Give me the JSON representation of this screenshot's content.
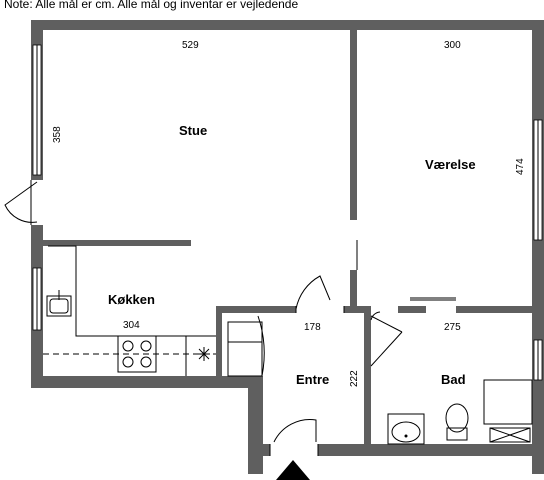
{
  "note": "Note: Alle mål er cm. Alle mål og inventar er vejledende",
  "rooms": {
    "stue": "Stue",
    "vaerelse": "Værelse",
    "kokken": "Køkken",
    "entre": "Entre",
    "bad": "Bad"
  },
  "dimensions": {
    "stue_width": "529",
    "stue_height": "358",
    "vaerelse_width": "300",
    "vaerelse_height": "474",
    "kokken_width": "304",
    "entre_width": "178",
    "entre_height": "222",
    "bad_width": "275"
  },
  "colors": {
    "wall": "#5f5f5f",
    "line": "#000000",
    "background": "#ffffff"
  },
  "icons": {
    "entrance": "entrance-arrow-icon",
    "sink": "kitchen-sink-icon",
    "stove": "stove-icon",
    "basin": "bathroom-sink-icon",
    "toilet": "toilet-icon"
  }
}
